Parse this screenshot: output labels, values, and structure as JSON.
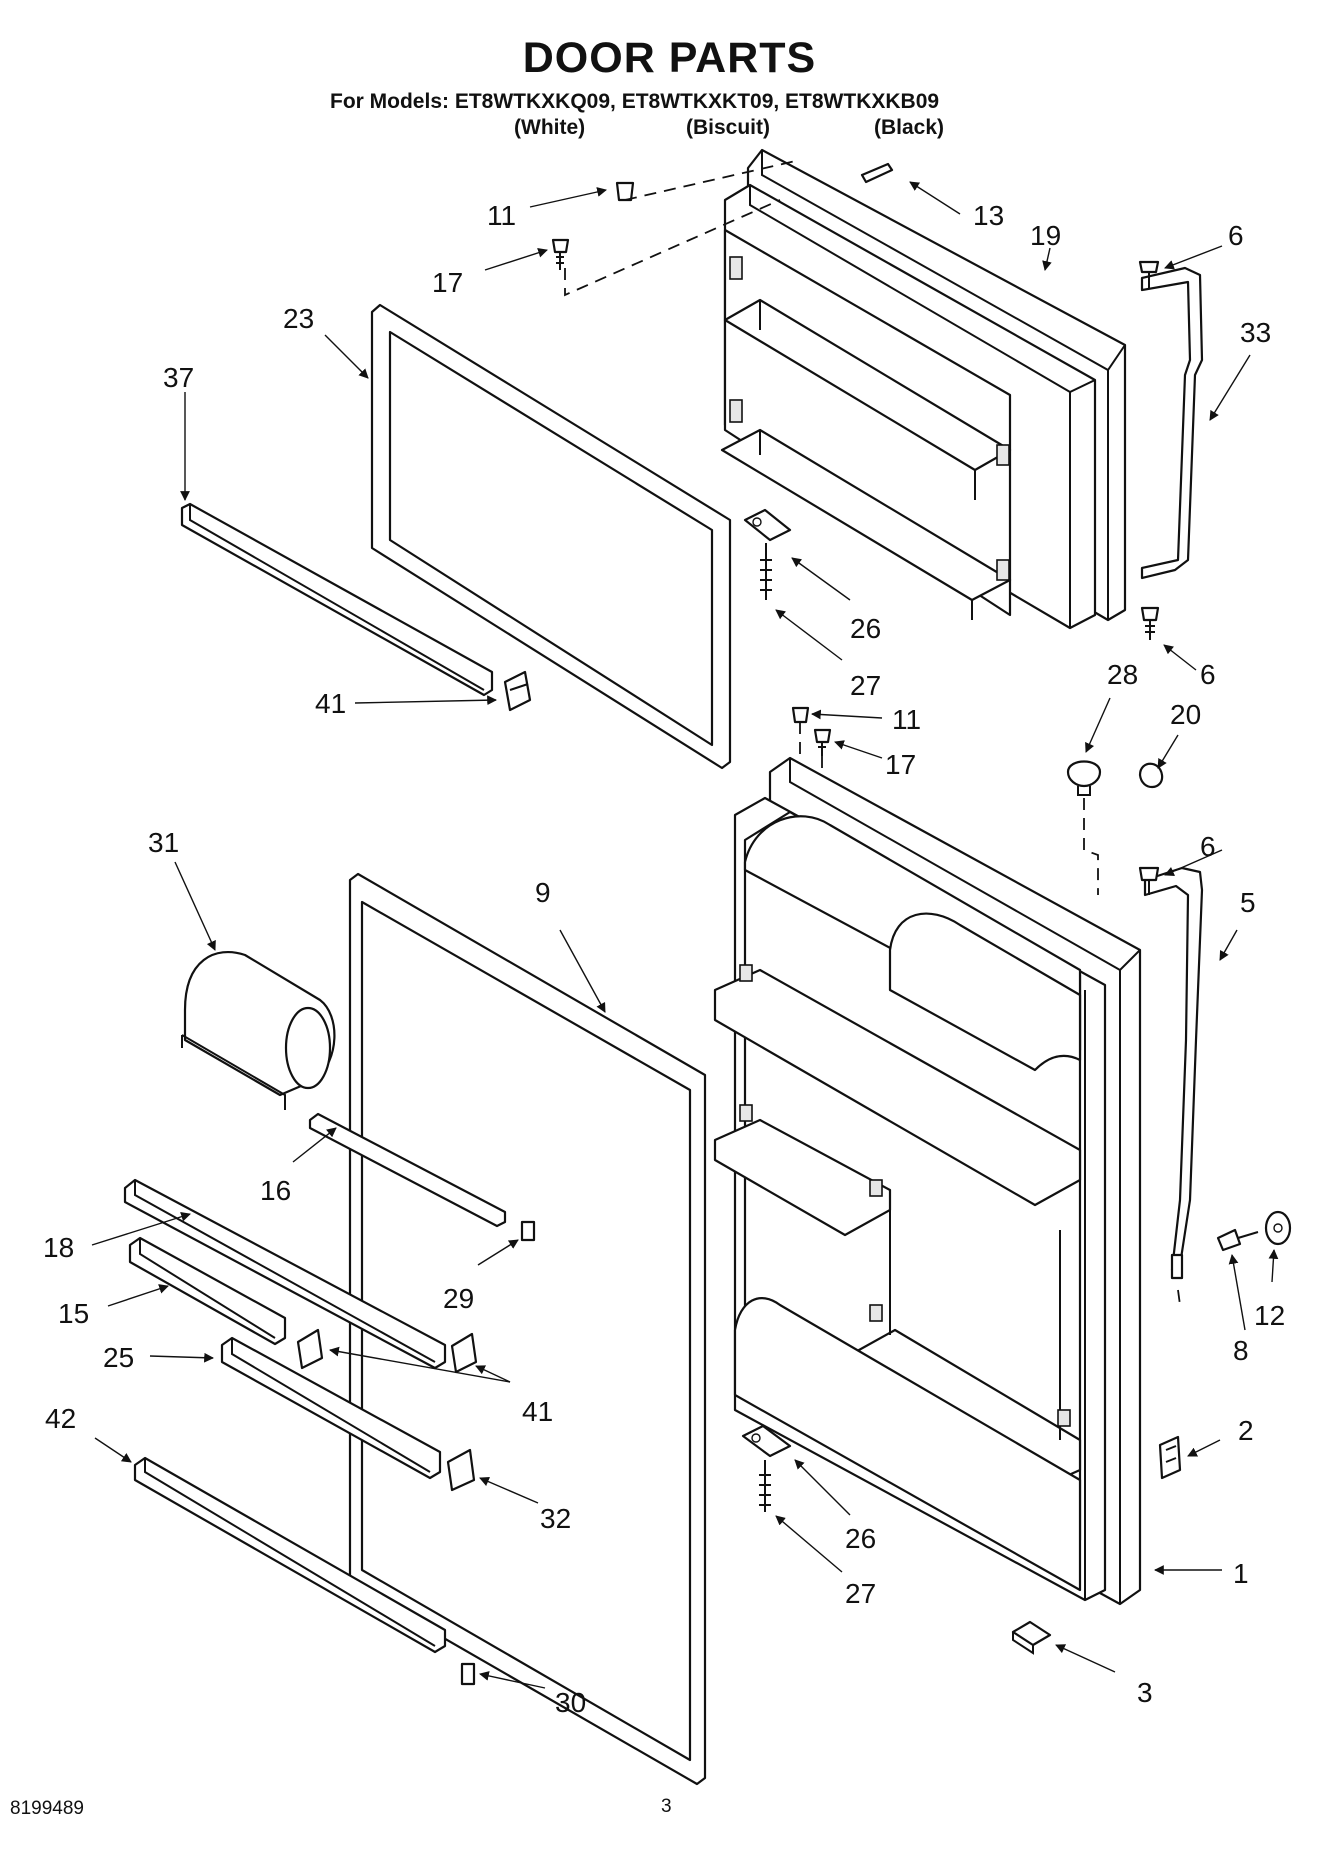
{
  "header": {
    "title": "DOOR PARTS",
    "subtitle": "For Models: ET8WTKXKQ09, ET8WTKXKT09, ET8WTKXKB09",
    "variants": [
      "(White)",
      "(Biscuit)",
      "(Black)"
    ]
  },
  "callouts": [
    {
      "id": "c11a",
      "label": "11"
    },
    {
      "id": "c13",
      "label": "13"
    },
    {
      "id": "c17a",
      "label": "17"
    },
    {
      "id": "c19",
      "label": "19"
    },
    {
      "id": "c6a",
      "label": "6"
    },
    {
      "id": "c23",
      "label": "23"
    },
    {
      "id": "c33",
      "label": "33"
    },
    {
      "id": "c37",
      "label": "37"
    },
    {
      "id": "c26a",
      "label": "26"
    },
    {
      "id": "c27a",
      "label": "27"
    },
    {
      "id": "c6b",
      "label": "6"
    },
    {
      "id": "c41a",
      "label": "41"
    },
    {
      "id": "c11b",
      "label": "11"
    },
    {
      "id": "c28",
      "label": "28"
    },
    {
      "id": "c20",
      "label": "20"
    },
    {
      "id": "c17b",
      "label": "17"
    },
    {
      "id": "c31",
      "label": "31"
    },
    {
      "id": "c6c",
      "label": "6"
    },
    {
      "id": "c9",
      "label": "9"
    },
    {
      "id": "c5",
      "label": "5"
    },
    {
      "id": "c16",
      "label": "16"
    },
    {
      "id": "c18",
      "label": "18"
    },
    {
      "id": "c29",
      "label": "29"
    },
    {
      "id": "c15",
      "label": "15"
    },
    {
      "id": "c8",
      "label": "8"
    },
    {
      "id": "c12",
      "label": "12"
    },
    {
      "id": "c25",
      "label": "25"
    },
    {
      "id": "c41b",
      "label": "41"
    },
    {
      "id": "c42",
      "label": "42"
    },
    {
      "id": "c2",
      "label": "2"
    },
    {
      "id": "c32",
      "label": "32"
    },
    {
      "id": "c26b",
      "label": "26"
    },
    {
      "id": "c1",
      "label": "1"
    },
    {
      "id": "c27b",
      "label": "27"
    },
    {
      "id": "c3",
      "label": "3"
    },
    {
      "id": "c30",
      "label": "30"
    }
  ],
  "footer": {
    "doc_number": "8199489",
    "page_number": "3"
  }
}
